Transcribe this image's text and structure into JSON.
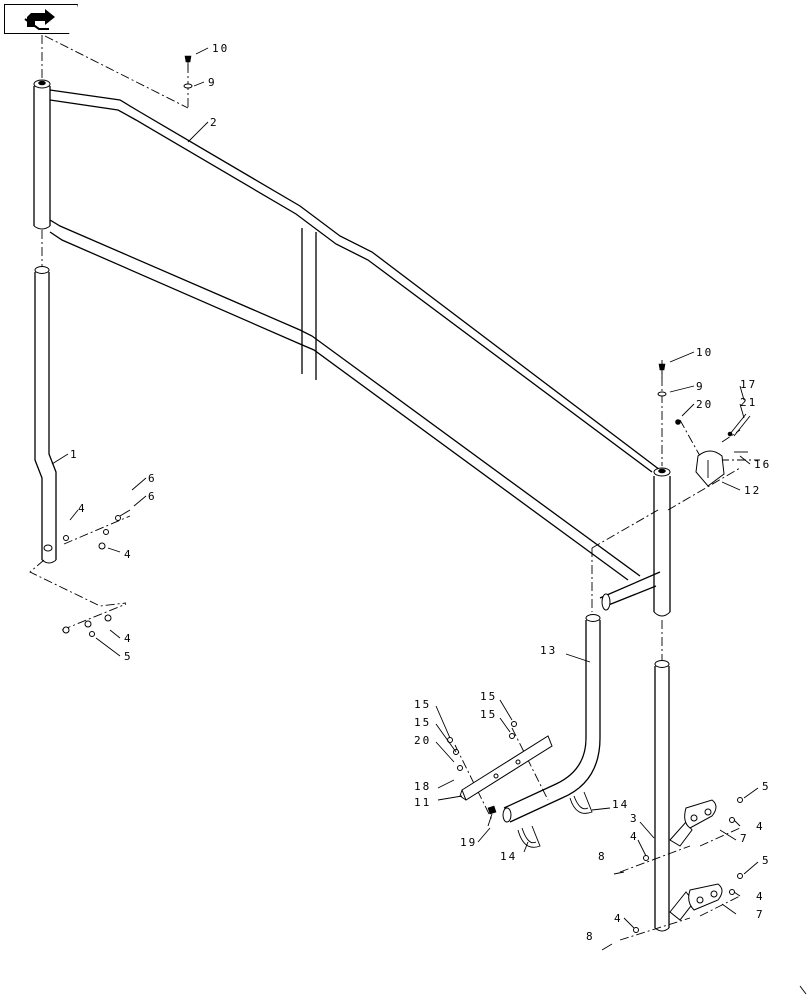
{
  "nav": {
    "icon": "back-arrow-icon"
  },
  "callouts": [
    {
      "id": "c10a",
      "text": "10"
    },
    {
      "id": "c9a",
      "text": "9"
    },
    {
      "id": "c2",
      "text": "2"
    },
    {
      "id": "c1",
      "text": "1"
    },
    {
      "id": "c6a",
      "text": "6"
    },
    {
      "id": "c6b",
      "text": "6"
    },
    {
      "id": "c4a",
      "text": "4"
    },
    {
      "id": "c4b",
      "text": "4"
    },
    {
      "id": "c4c",
      "text": "4"
    },
    {
      "id": "c5a",
      "text": "5"
    },
    {
      "id": "c10b",
      "text": "10"
    },
    {
      "id": "c9b",
      "text": "9"
    },
    {
      "id": "c20a",
      "text": "20"
    },
    {
      "id": "c17",
      "text": "17"
    },
    {
      "id": "c21",
      "text": "21"
    },
    {
      "id": "c16",
      "text": "16"
    },
    {
      "id": "c12",
      "text": "12"
    },
    {
      "id": "c13",
      "text": "13"
    },
    {
      "id": "c15a",
      "text": "15"
    },
    {
      "id": "c15b",
      "text": "15"
    },
    {
      "id": "c15c",
      "text": "15"
    },
    {
      "id": "c15d",
      "text": "15"
    },
    {
      "id": "c20b",
      "text": "20"
    },
    {
      "id": "c18",
      "text": "18"
    },
    {
      "id": "c11",
      "text": "11"
    },
    {
      "id": "c19",
      "text": "19"
    },
    {
      "id": "c14a",
      "text": "14"
    },
    {
      "id": "c14b",
      "text": "14"
    },
    {
      "id": "c5b",
      "text": "5"
    },
    {
      "id": "c3",
      "text": "3"
    },
    {
      "id": "c4d",
      "text": "4"
    },
    {
      "id": "c7a",
      "text": "7"
    },
    {
      "id": "c4e",
      "text": "4"
    },
    {
      "id": "c8a",
      "text": "8"
    },
    {
      "id": "c5c",
      "text": "5"
    },
    {
      "id": "c4f",
      "text": "4"
    },
    {
      "id": "c4g",
      "text": "4"
    },
    {
      "id": "c7b",
      "text": "7"
    },
    {
      "id": "c8b",
      "text": "8"
    }
  ]
}
